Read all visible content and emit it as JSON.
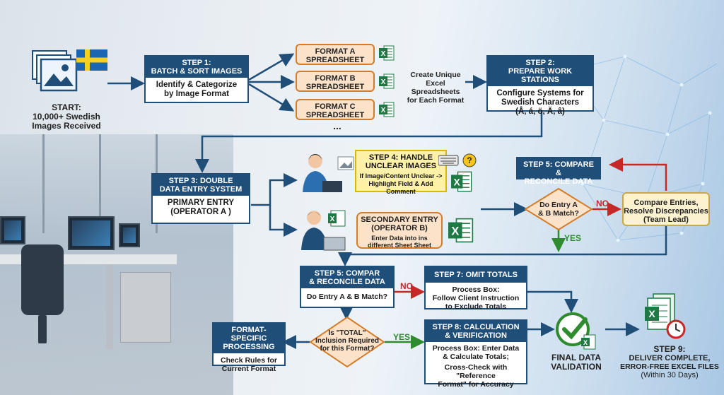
{
  "start": {
    "label_1": "START:",
    "label_2": "10,000+ Swedish",
    "label_3": "Images Received"
  },
  "step1": {
    "title_1": "STEP 1:",
    "title_2": "BATCH & SORT IMAGES",
    "body_1": "Identify & Categorize",
    "body_2": "by Image Format"
  },
  "formats": [
    {
      "line1": "FORMAT A",
      "line2": "SPREADSHEET"
    },
    {
      "line1": "FORMAT B",
      "line2": "SPREADSHEET"
    },
    {
      "line1": "FORMAT C",
      "line2": "SPREADSHEET"
    }
  ],
  "ellipsis": "...",
  "create_note": {
    "line1": "Create Unique",
    "line2": "Excel Spreadsheets",
    "line3": "for Each Format"
  },
  "step2": {
    "title_1": "STEP 2:",
    "title_2": "PREPARE WORK STATIONS",
    "body_1": "Configure Systems for",
    "body_2": "Swedish Characters",
    "body_3": "(Å, á, ö, Ä, â)"
  },
  "step3": {
    "title_1": "STEP 3: DOUBLE",
    "title_2": "DATA ENTRY SYSTEM",
    "body_1": "PRIMARY ENTRY",
    "body_2": "(OPERATOR A )"
  },
  "step4": {
    "title_1": "STEP 4: HANDLE",
    "title_2": "UNCLEAR IMAGES",
    "body_1": "If Image/Content Unclear ->",
    "body_2": "Highlight Field & Add Comment"
  },
  "secondary": {
    "title_1": "SECONDARY ENTRY",
    "title_2": "(OPERATOR B)",
    "body_1": "Enter Data into ins",
    "body_2": "different Sheet Sheet"
  },
  "step5a": {
    "title_1": "STEP 5: COMPARE &",
    "title_2": "RECONCILE DATA"
  },
  "diamond1": {
    "line1": "Do Entry A",
    "line2": "& B Match?"
  },
  "no1": "NO",
  "yes1": "YES",
  "resolve": {
    "line1": "Compare Entries,",
    "line2": "Resolve Discrepancies",
    "line3": "(Team Lead)"
  },
  "step5b": {
    "title_1": "STEP 5: COMPAR",
    "title_2": "& RECONCILE DATA",
    "body": "Do Entry A & B Match?"
  },
  "no2": "NO",
  "step7": {
    "title": "STEP 7: OMIT TOTALS",
    "body_1": "Process Box:",
    "body_2": "Follow Client Instruction",
    "body_3": "to Exclude Totals"
  },
  "formatspec": {
    "title_1": "FORMAT-SPECIFIC",
    "title_2": "PROCESSING",
    "body_1": "Check Rules for",
    "body_2": "Current Format"
  },
  "diamond2": {
    "line1": "Is \"TOTAL\"",
    "line2": "Inclusion Required",
    "line3": "for this Format?"
  },
  "yes2": "YES",
  "step8": {
    "title_1": "STEP 8: CALCULATION",
    "title_2": "& VERIFICATION",
    "body_1": "Process Box: Enter Data",
    "body_2": "& Calculate Totals;",
    "body_3": "Cross-Check with \"Reference",
    "body_4": "Format\" for Accuracy"
  },
  "final": {
    "line1": "FINAL DATA",
    "line2": "VALIDATION"
  },
  "step9": {
    "line1": "STEP 9:",
    "line2": "DELIVER COMPLETE,",
    "line3": "ERROR-FREE EXCEL FILES",
    "line4": "(Within 30 Days)"
  },
  "colors": {
    "navy": "#1f4e79",
    "orange": "#d47c2a",
    "green": "#2e8b2e",
    "red": "#c62828",
    "excel": "#1d7a45",
    "yellow": "#fff2a8"
  }
}
